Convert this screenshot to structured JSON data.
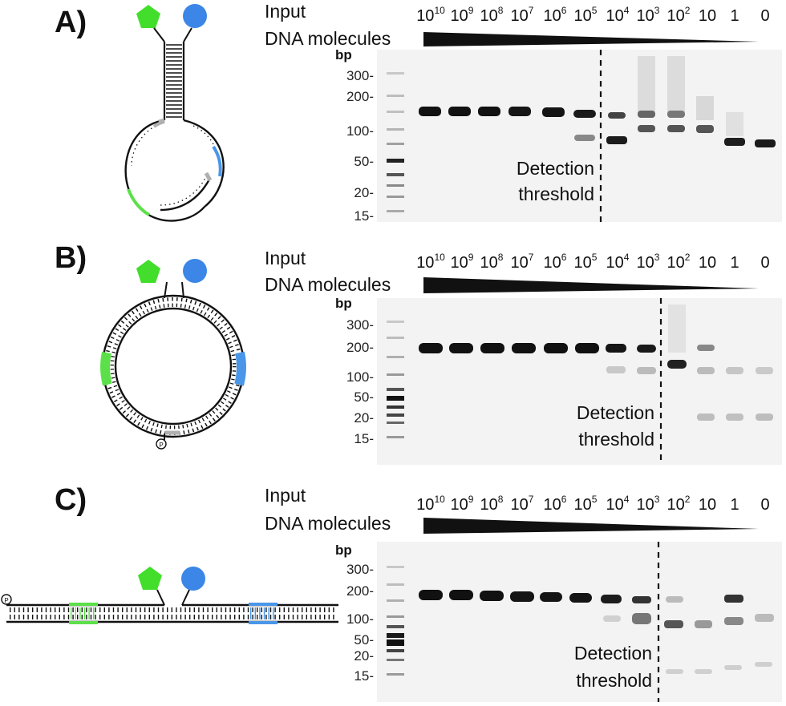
{
  "colors": {
    "pentagon": "#43de2c",
    "circle": "#3b86e6",
    "green_segment": "#5ce04a",
    "blue_segment": "#4a96e8",
    "gray_segment": "#b0b0b0",
    "gel_background": "#f3f3f3",
    "band": "#111111"
  },
  "panels": [
    {
      "label": "A)",
      "construct": "hairpin-loop",
      "input_label_line1": "Input",
      "input_label_line2": "DNA molecules",
      "bp_label": "bp",
      "ladder_labels": [
        "300-",
        "200-",
        "100-",
        "50-",
        "20-",
        "15-"
      ],
      "threshold_line1": "Detection",
      "threshold_line2": "threshold",
      "threshold_after_lane": 6
    },
    {
      "label": "B)",
      "construct": "circular",
      "input_label_line1": "Input",
      "input_label_line2": "DNA molecules",
      "bp_label": "bp",
      "ladder_labels": [
        "300-",
        "200-",
        "100-",
        "50-",
        "20-",
        "15-"
      ],
      "threshold_line1": "Detection",
      "threshold_line2": "threshold",
      "threshold_after_lane": 8
    },
    {
      "label": "C)",
      "construct": "linear",
      "input_label_line1": "Input",
      "input_label_line2": "DNA molecules",
      "bp_label": "bp",
      "ladder_labels": [
        "300-",
        "200-",
        "100-",
        "50-",
        "20-",
        "15-"
      ],
      "threshold_line1": "Detection",
      "threshold_line2": "threshold",
      "threshold_after_lane": 8
    }
  ],
  "lanes": [
    {
      "base": "10",
      "exp": "10"
    },
    {
      "base": "10",
      "exp": "9"
    },
    {
      "base": "10",
      "exp": "8"
    },
    {
      "base": "10",
      "exp": "7"
    },
    {
      "base": "10",
      "exp": "6"
    },
    {
      "base": "10",
      "exp": "5"
    },
    {
      "base": "10",
      "exp": "4"
    },
    {
      "base": "10",
      "exp": "3"
    },
    {
      "base": "10",
      "exp": "2"
    },
    {
      "base": "10",
      "exp": ""
    },
    {
      "base": "1",
      "exp": ""
    },
    {
      "base": "0",
      "exp": ""
    }
  ]
}
